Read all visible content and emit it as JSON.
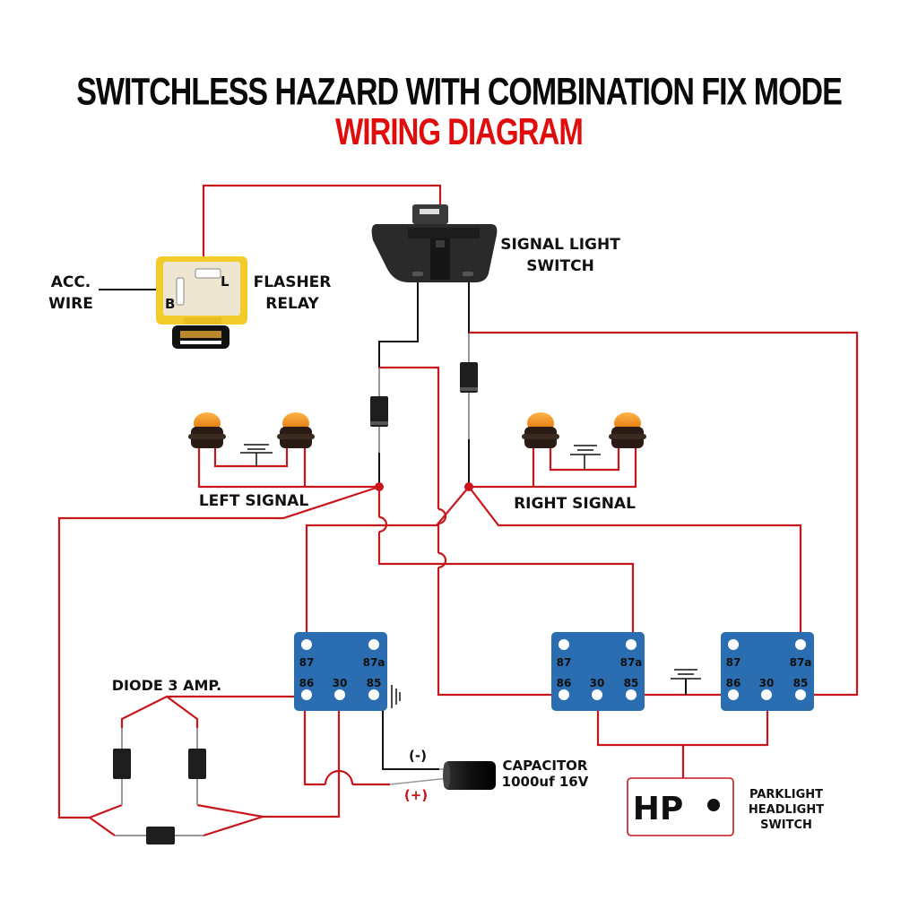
{
  "title": {
    "main": "SWITCHLESS HAZARD WITH COMBINATION FIX MODE",
    "sub": "WIRING DIAGRAM"
  },
  "colors": {
    "wire": "#c8161d",
    "ground_wire": "#111111",
    "relay_body": "#2a6db0",
    "flasher_body": "#f2cc2a",
    "title_sub": "#e10d0d"
  },
  "components": {
    "flasher": {
      "label_line1": "FLASHER",
      "label_line2": "RELAY",
      "pin_l": "L",
      "pin_b": "B"
    },
    "acc_wire": {
      "line1": "ACC.",
      "line2": "WIRE"
    },
    "signal_switch": {
      "line1": "SIGNAL LIGHT",
      "line2": "SWITCH"
    },
    "left_signal": {
      "label": "LEFT SIGNAL"
    },
    "right_signal": {
      "label": "RIGHT SIGNAL"
    },
    "diode_label": "DIODE 3 AMP.",
    "capacitor": {
      "line1": "CAPACITOR",
      "line2": "1000uf  16V",
      "neg": "(-)",
      "pos": "(+)"
    },
    "hp_switch": {
      "text": "HP",
      "line1": "PARKLIGHT",
      "line2": "HEADLIGHT",
      "line3": "SWITCH"
    },
    "relay_pins": {
      "p87": "87",
      "p87a": "87a",
      "p86": "86",
      "p30": "30",
      "p85": "85"
    }
  }
}
